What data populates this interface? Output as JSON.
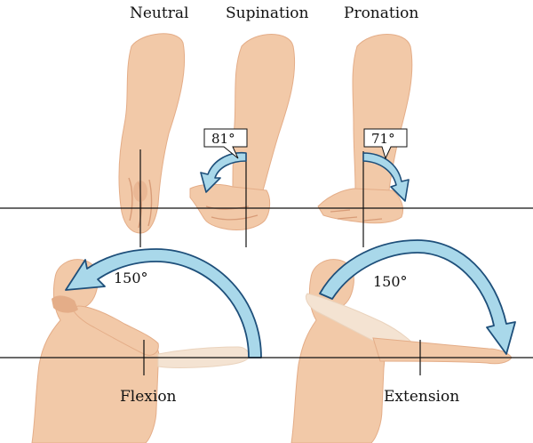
{
  "panels": {
    "neutral": {
      "title": "Neutral"
    },
    "supination": {
      "title": "Supination",
      "angle": "81°"
    },
    "pronation": {
      "title": "Pronation",
      "angle": "71°"
    },
    "flexion": {
      "title": "Flexion",
      "angle": "150°"
    },
    "extension": {
      "title": "Extension",
      "angle": "150°"
    }
  },
  "colors": {
    "skin": "#f2c9a8",
    "skin_shadow": "#e4ad88",
    "skin_faded": "#f4e3d2",
    "arrow_fill": "#a9d8ea",
    "arrow_stroke": "#1e4f7a",
    "line": "#111111"
  }
}
